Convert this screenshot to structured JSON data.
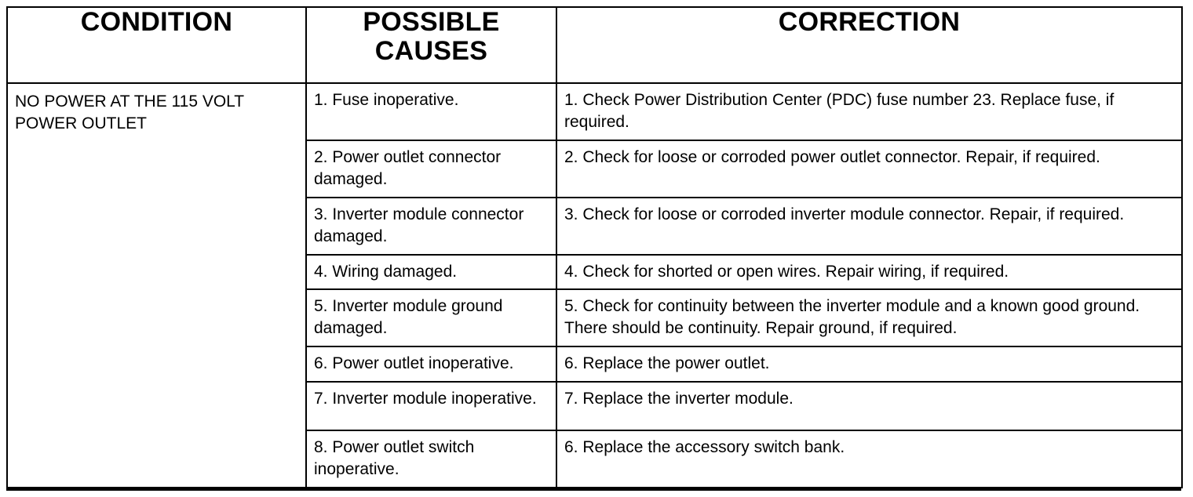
{
  "document": {
    "type": "diagnostic-troubleshooting-table",
    "columns": [
      "CONDITION",
      "POSSIBLE CAUSES",
      "CORRECTION"
    ]
  },
  "header": {
    "condition": "CONDITION",
    "causes_line1": "POSSIBLE",
    "causes_line2": "CAUSES",
    "correction": "CORRECTION"
  },
  "condition": {
    "text": "NO POWER AT THE 115 VOLT POWER OUTLET"
  },
  "rows": [
    {
      "cause": "1. Fuse inoperative.",
      "correction": "1. Check Power Distribution Center (PDC) fuse number 23. Replace fuse, if required."
    },
    {
      "cause": "2. Power outlet connector damaged.",
      "correction": "2. Check for loose or corroded power outlet connector. Repair, if required."
    },
    {
      "cause": "3. Inverter module connector damaged.",
      "correction": "3. Check for loose or corroded inverter module connector. Repair, if required."
    },
    {
      "cause": "4. Wiring damaged.",
      "correction": "4. Check for shorted or open wires. Repair wiring, if required."
    },
    {
      "cause": "5. Inverter module ground damaged.",
      "correction": "5. Check for continuity between the inverter module and a known good ground. There should be continuity. Repair ground, if required."
    },
    {
      "cause": "6. Power outlet inoperative.",
      "correction": "6. Replace the power outlet."
    },
    {
      "cause": "7. Inverter module inoperative.",
      "correction": "7. Replace the inverter module."
    },
    {
      "cause": "8. Power outlet switch inoperative.",
      "correction": "6. Replace the accessory switch bank."
    }
  ],
  "colors": {
    "text": "#000000",
    "background": "#ffffff",
    "border": "#000000"
  }
}
